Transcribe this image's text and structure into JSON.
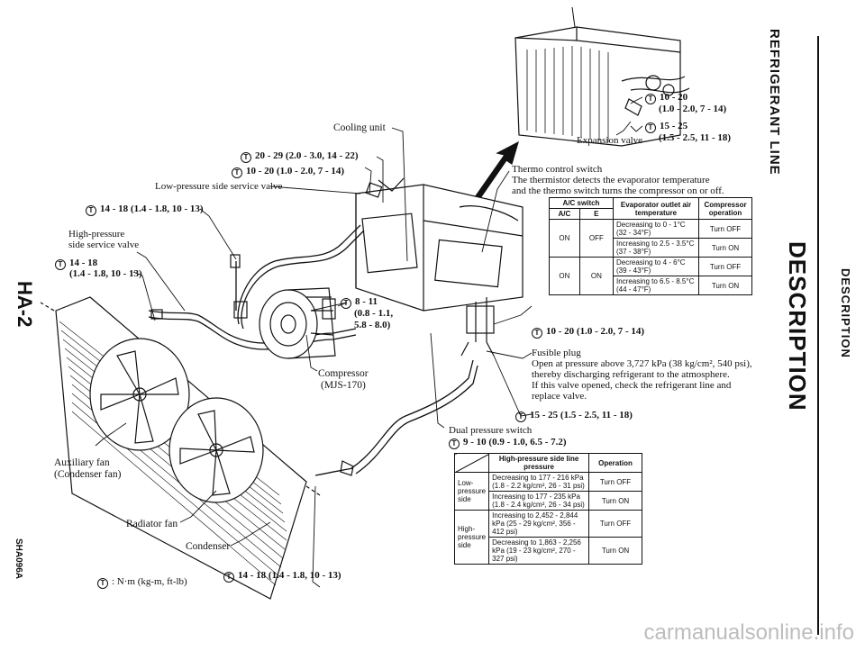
{
  "page": {
    "section_side": "REFRIGERANT LINE",
    "title_side": "DESCRIPTION",
    "subtitle_side": "DESCRIPTION",
    "page_number": "HA-2",
    "figure_code": "SHA096A"
  },
  "labels": {
    "cooling_unit": "Cooling unit",
    "t_20_29": "20 - 29 (2.0 - 3.0, 14 - 22)",
    "t_10_20_a": "10 - 20 (1.0 - 2.0, 7 - 14)",
    "low_side_valve": "Low-pressure side service valve",
    "t_14_18_a": "14 - 18 (1.4 - 1.8, 10 - 13)",
    "high_side_valve_1": "High-pressure",
    "high_side_valve_2": "side service valve",
    "t_14_18_b_1": "14 - 18",
    "t_14_18_b_2": "(1.4 - 1.8, 10 - 13)",
    "t_8_11_1": "8 - 11",
    "t_8_11_2": "(0.8 - 1.1,",
    "t_8_11_3": "5.8 - 8.0)",
    "compressor_1": "Compressor",
    "compressor_2": "(MJS-170)",
    "auxiliary_fan_1": "Auxiliary fan",
    "auxiliary_fan_2": "(Condenser fan)",
    "radiator_fan": "Radiator fan",
    "condenser": "Condenser",
    "legend": ": N·m (kg-m, ft-lb)",
    "t_14_18_c": "14 - 18 (1.4 - 1.8, 10 - 13)",
    "t_10_20_b_1": "10 - 20",
    "t_10_20_b_2": "(1.0 - 2.0, 7 - 14)",
    "t_15_25_a_1": "15 - 25",
    "t_15_25_a_2": "(1.5 - 2.5, 11 - 18)",
    "expansion_valve": "Expansion valve",
    "thermo_switch_1": "Thermo control switch",
    "thermo_switch_2": "The thermistor detects the evaporator temperature",
    "thermo_switch_3": "and the thermo switch turns the compressor on or off.",
    "t_10_20_c": "10 - 20 (1.0 - 2.0, 7 - 14)",
    "fusible_1": "Fusible plug",
    "fusible_2": "Open at pressure above 3,727 kPa (38 kg/cm², 540 psi),",
    "fusible_3": "thereby discharging refrigerant to the atmosphere.",
    "fusible_4": "If this valve opened, check the refrigerant line and",
    "fusible_5": "replace valve.",
    "t_15_25_b": "15 - 25 (1.5 - 2.5, 11 - 18)",
    "dual_switch": "Dual pressure switch",
    "t_9_10": "9 - 10 (0.9 - 1.0, 6.5 - 7.2)",
    "torque_symbol": "T"
  },
  "thermo_table": {
    "h_ac_switch": "A/C switch",
    "h_ac": "A/C",
    "h_e": "E",
    "h_outlet": "Evaporator outlet air temperature",
    "h_op": "Compressor operation",
    "rows": [
      {
        "ac": "ON",
        "e": "OFF",
        "cond": "Decreasing to 0 - 1°C (32 - 34°F)",
        "op": "Turn OFF"
      },
      {
        "ac": "",
        "e": "",
        "cond": "Increasing to 2.5 - 3.5°C (37 - 38°F)",
        "op": "Turn ON"
      },
      {
        "ac": "ON",
        "e": "ON",
        "cond": "Decreasing to 4 - 6°C (39 - 43°F)",
        "op": "Turn OFF"
      },
      {
        "ac": "",
        "e": "",
        "cond": "Increasing to 6.5 - 8.5°C (44 - 47°F)",
        "op": "Turn ON"
      }
    ]
  },
  "pressure_table": {
    "h_line": "High-pressure side line pressure",
    "h_op": "Operation",
    "low_side": "Low-pressure side",
    "high_side": "High-pressure side",
    "rows": [
      {
        "cond": "Decreasing to 177 - 216 kPa (1.8 - 2.2 kg/cm², 26 - 31 psi)",
        "op": "Turn OFF"
      },
      {
        "cond": "Increasing to 177 - 235 kPa (1.8 - 2.4 kg/cm², 26 - 34 psi)",
        "op": "Turn ON"
      },
      {
        "cond": "Increasing to 2,452 - 2,844 kPa (25 - 29 kg/cm², 356 - 412 psi)",
        "op": "Turn OFF"
      },
      {
        "cond": "Decreasing to 1,863 - 2,256 kPa (19 - 23 kg/cm², 270 - 327 psi)",
        "op": "Turn ON"
      }
    ]
  },
  "watermark": "carmanualsonline.info"
}
